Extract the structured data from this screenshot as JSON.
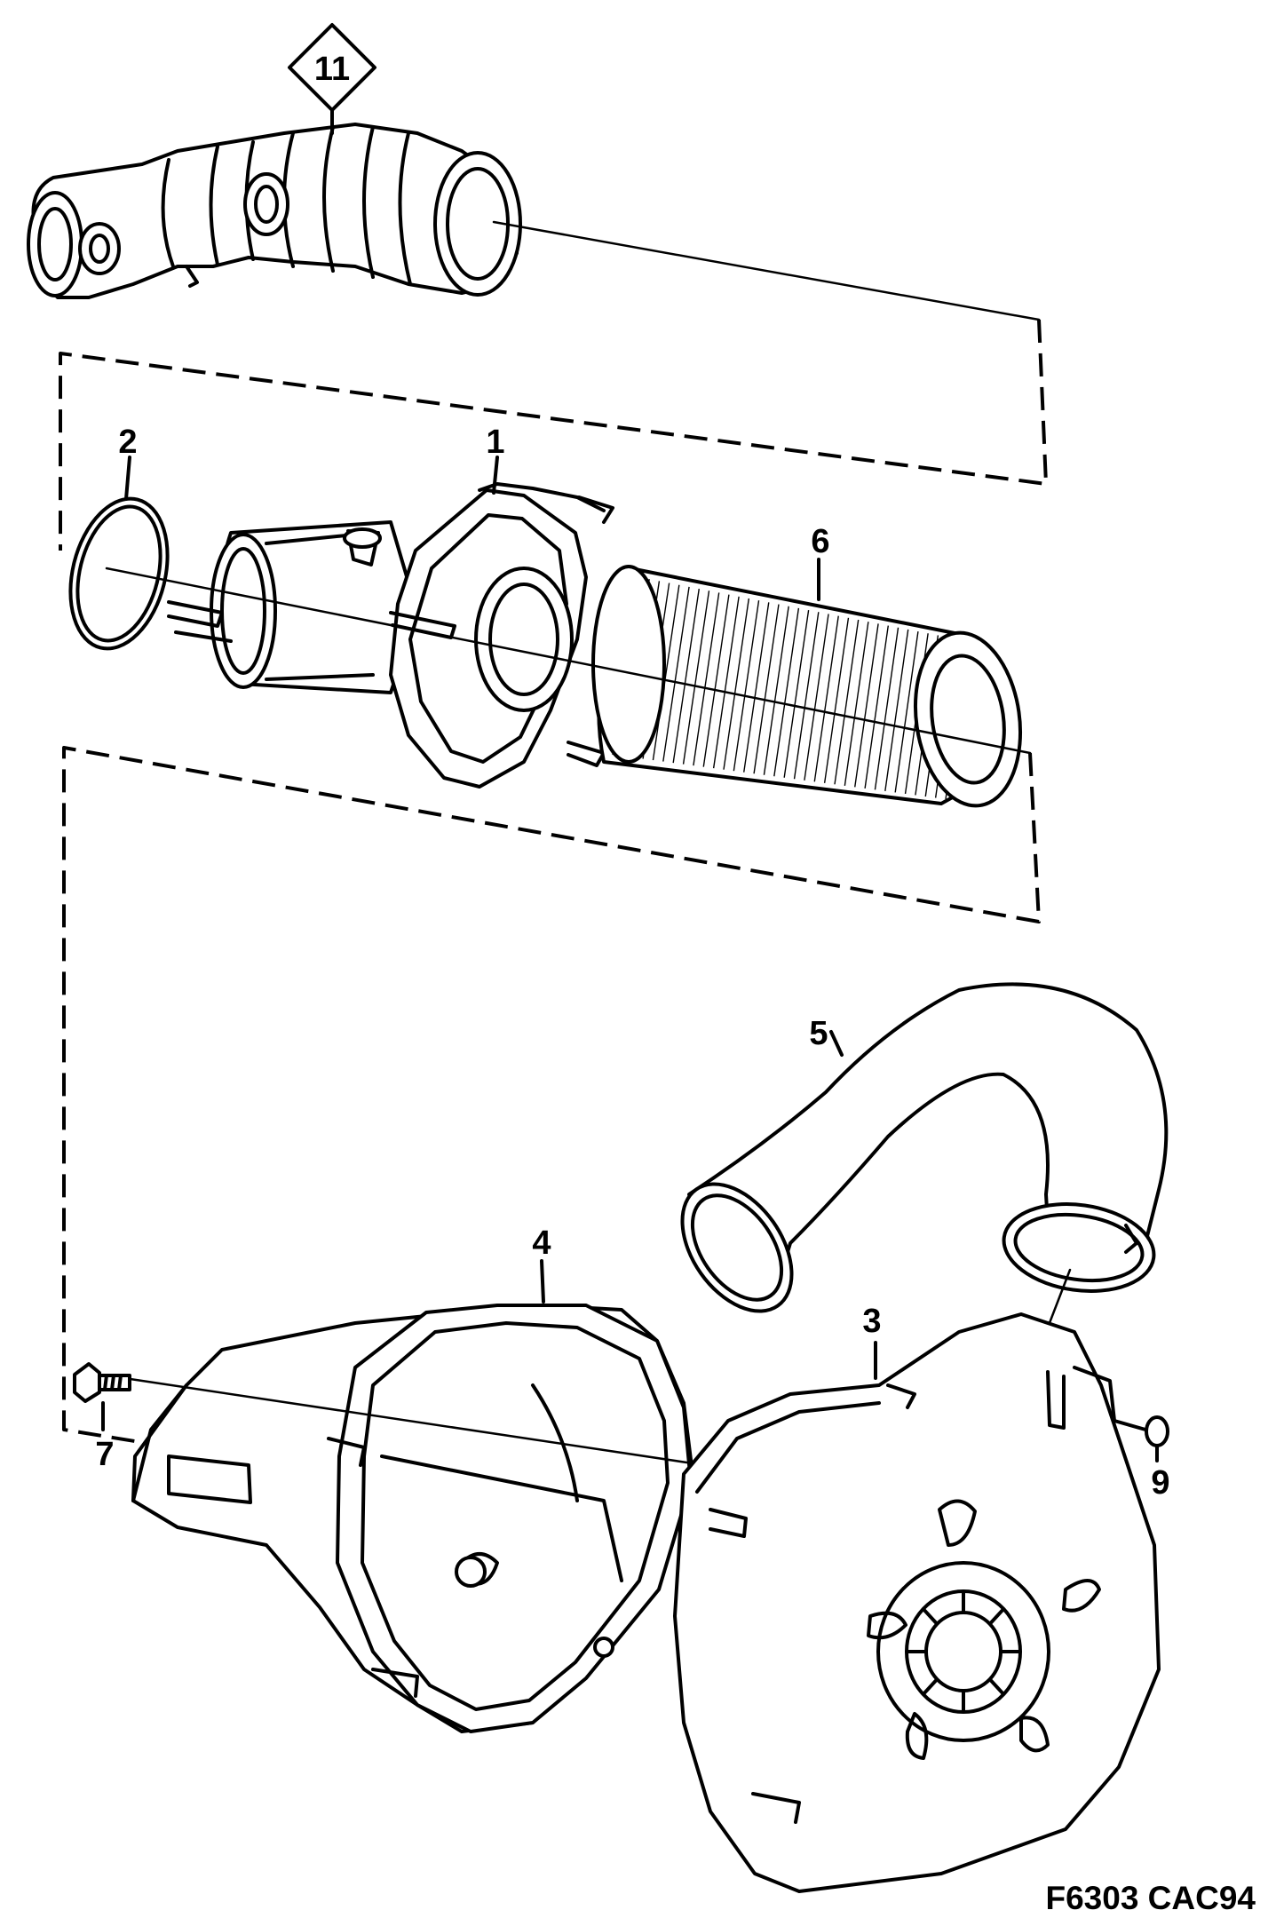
{
  "diagram": {
    "callouts": {
      "p1": "1",
      "p2": "2",
      "p3": "3",
      "p4": "4",
      "p5": "5",
      "p6": "6",
      "p7": "7",
      "p9": "9",
      "p11": "11"
    },
    "drawing_code": "F6303 CAC94"
  }
}
